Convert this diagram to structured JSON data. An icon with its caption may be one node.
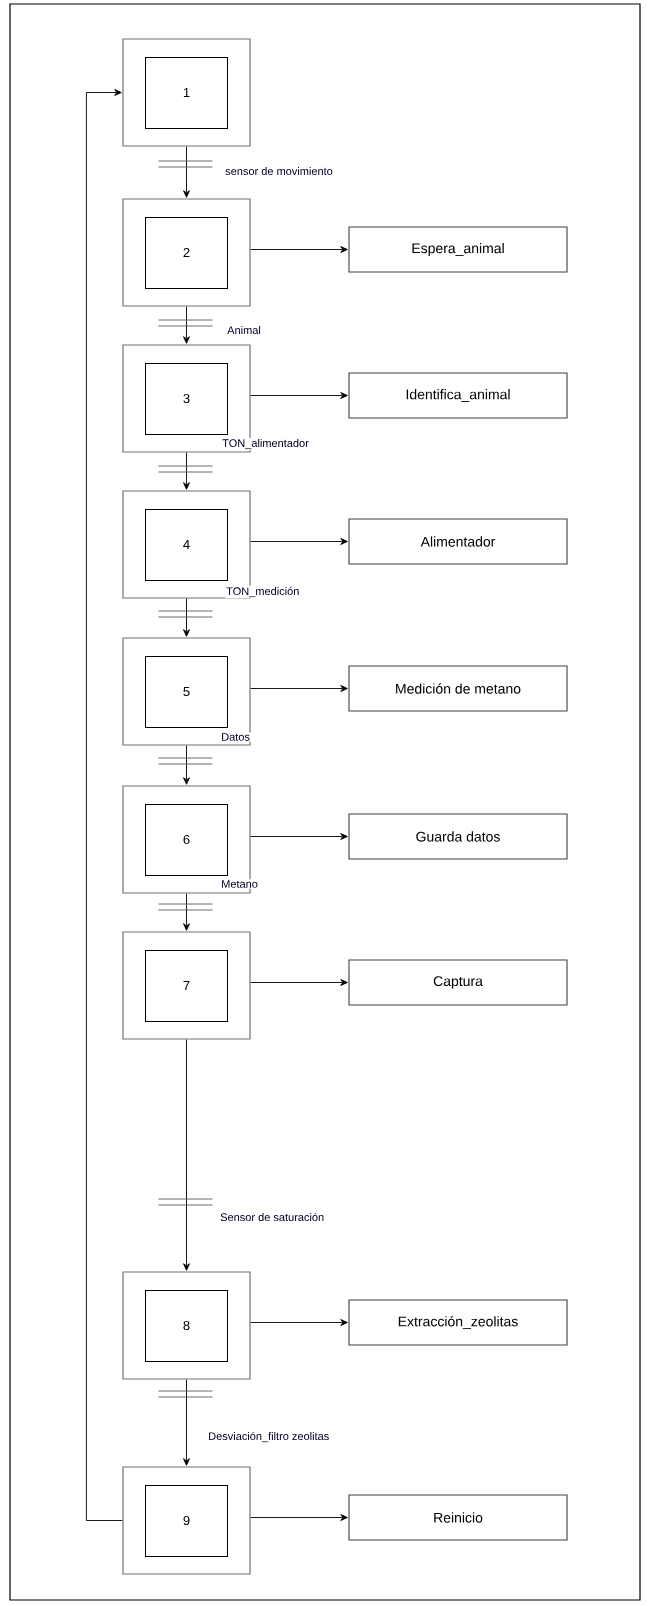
{
  "diagram": {
    "nodes": [
      {
        "text": [
          "1"
        ]
      },
      {
        "text": [
          "2"
        ]
      },
      {
        "text": [
          "Espera_animal"
        ]
      },
      {
        "text": [
          "3"
        ]
      },
      {
        "text": [
          "Identifica_animal"
        ]
      },
      {
        "text": [
          "4"
        ]
      },
      {
        "text": [
          "Alimentador"
        ]
      },
      {
        "text": [
          "5"
        ]
      },
      {
        "text": [
          "Medición de metano"
        ]
      },
      {
        "text": [
          "6"
        ]
      },
      {
        "text": [
          "Guarda datos"
        ]
      },
      {
        "text": [
          "7"
        ]
      },
      {
        "text": [
          "Captura"
        ]
      },
      {
        "text": [
          "8"
        ]
      },
      {
        "text": [
          "Extracción_zeolitas"
        ]
      },
      {
        "text": [
          "9"
        ]
      },
      {
        "text": [
          "Reinicio"
        ]
      }
    ],
    "edges": [
      {
        "from": 0,
        "to": 1,
        "arrow": "to",
        "label": "sensor de movimiento"
      },
      {
        "from": 1,
        "to": 2,
        "arrow": "to"
      },
      {
        "from": 1,
        "to": 3,
        "arrow": "to",
        "label": "Animal"
      },
      {
        "from": 3,
        "to": 4,
        "arrow": "to"
      },
      {
        "from": 3,
        "to": 5,
        "arrow": "to",
        "label": "TON_alimentador"
      },
      {
        "from": 5,
        "to": 6,
        "arrow": "to"
      },
      {
        "from": 5,
        "to": 7,
        "arrow": "to",
        "label": "TON_medición"
      },
      {
        "from": 7,
        "to": 8,
        "arrow": "to"
      },
      {
        "from": 7,
        "to": 9,
        "arrow": "to",
        "label": "Datos"
      },
      {
        "from": 9,
        "to": 10,
        "arrow": "to"
      },
      {
        "from": 9,
        "to": 11,
        "arrow": "to",
        "label": "Metano"
      },
      {
        "from": 11,
        "to": 12,
        "arrow": "to"
      },
      {
        "from": 11,
        "to": 13,
        "arrow": "to",
        "label": "Sensor de saturación"
      },
      {
        "from": 13,
        "to": 14,
        "arrow": "to"
      },
      {
        "from": 13,
        "to": 15,
        "arrow": "to",
        "label": "Desviación_filtro zeolitas"
      },
      {
        "from": 15,
        "to": 16,
        "arrow": "to"
      },
      {
        "from": 15,
        "to": 0,
        "arrow": "to"
      }
    ]
  }
}
